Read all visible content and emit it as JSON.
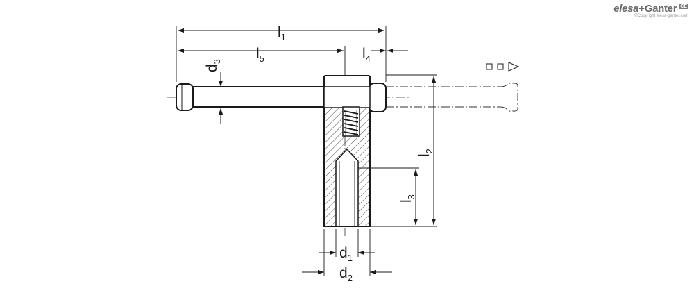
{
  "brand": {
    "name_part1": "elesa",
    "name_sep": "+",
    "name_part2": "Ganter",
    "ce_mark": "CE",
    "copyright": "©Copyright elesa-ganter.com"
  },
  "dimensions": {
    "l1": {
      "base": "l",
      "sub": "1"
    },
    "l2": {
      "base": "l",
      "sub": "2"
    },
    "l3": {
      "base": "l",
      "sub": "3"
    },
    "l4": {
      "base": "l",
      "sub": "4"
    },
    "l5": {
      "base": "l",
      "sub": "5"
    },
    "d1": {
      "base": "d",
      "sub": "1"
    },
    "d2": {
      "base": "d",
      "sub": "2"
    },
    "d3": {
      "base": "d",
      "sub": "3"
    }
  }
}
